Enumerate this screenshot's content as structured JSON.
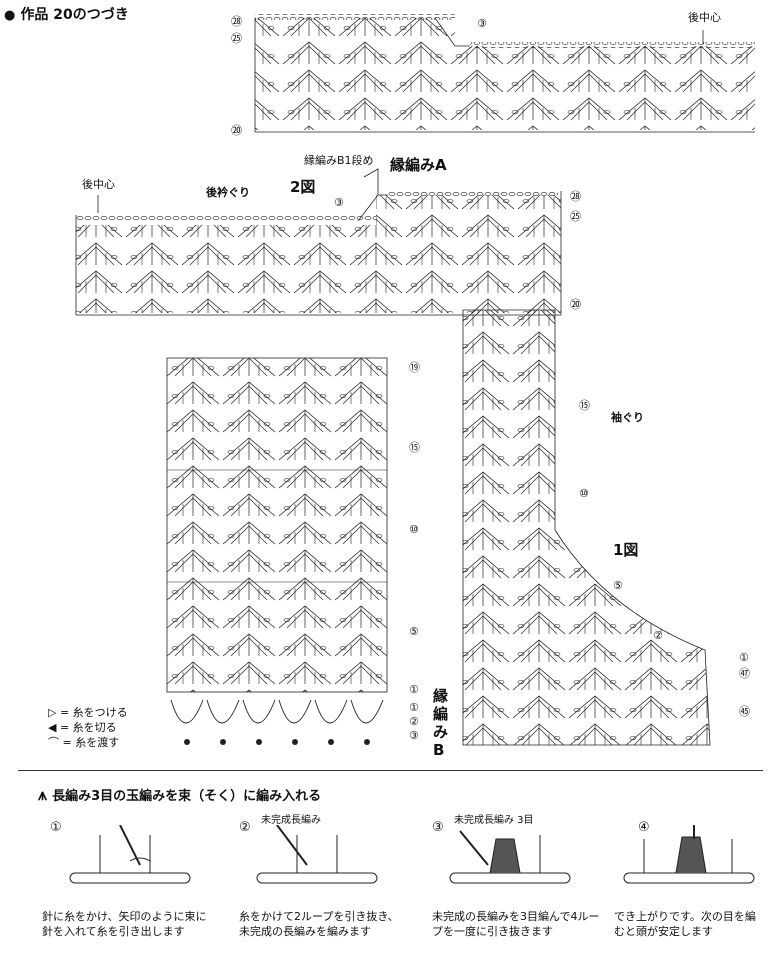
{
  "header": {
    "title": "作品 20のつづき"
  },
  "top_panel": {
    "label_back_center": "後中心",
    "row_marks": [
      "㉘",
      "㉕",
      "⑳"
    ],
    "step_mark": "③"
  },
  "fig2": {
    "label_edging_b1": "縁編みB1段め",
    "label_edging_a": "縁編みA",
    "label_back_center": "後中心",
    "label_back_neckline": "後衿ぐり",
    "label_fig": "2図",
    "row_marks": [
      "㉘",
      "㉕",
      "⑳"
    ],
    "step_mark": "③"
  },
  "fig1": {
    "label_armhole": "袖ぐり",
    "label_fig": "1図",
    "row_marks_right": [
      "⑮",
      "⑩",
      "⑤",
      "②",
      "①",
      "㊼",
      "㊺"
    ],
    "row_marks_left": [
      "⑲",
      "⑮",
      "⑩",
      "⑤",
      "①",
      "①",
      "②",
      "③"
    ],
    "label_edging_b_1": "縁",
    "label_edging_b_2": "編",
    "label_edging_b_3": "み",
    "label_edging_b_4": "B"
  },
  "legend": {
    "attach": "= 糸をつける",
    "cut": "= 糸を切る",
    "carry": "= 糸を渡す"
  },
  "technique": {
    "title": "長編み3目の玉編みを束（そく）に編み入れる",
    "steps": [
      {
        "num": "①",
        "label": "",
        "text": "針に糸をかけ、矢印のように束に針を入れて糸を引き出します"
      },
      {
        "num": "②",
        "label": "未完成長編み",
        "text": "糸をかけて2ループを引き抜き、未完成の長編みを編みます"
      },
      {
        "num": "③",
        "label": "未完成長編み 3目",
        "text": "未完成の長編みを3目編んで4ループを一度に引き抜きます"
      },
      {
        "num": "④",
        "label": "",
        "text": "でき上がりです。次の目を編むと頭が安定します"
      }
    ]
  }
}
